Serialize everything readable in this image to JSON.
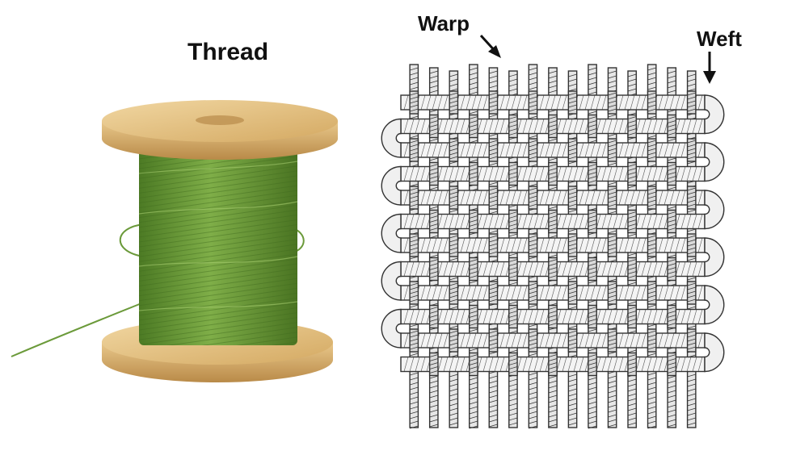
{
  "labels": {
    "thread": "Thread",
    "warp": "Warp",
    "weft": "Weft"
  },
  "spool": {
    "thread_color": "#6b9a3a",
    "wood_color": "#d8b06d"
  },
  "weave": {
    "warp_threads": 15,
    "weft_rows": 12,
    "stroke_color": "#333333"
  }
}
